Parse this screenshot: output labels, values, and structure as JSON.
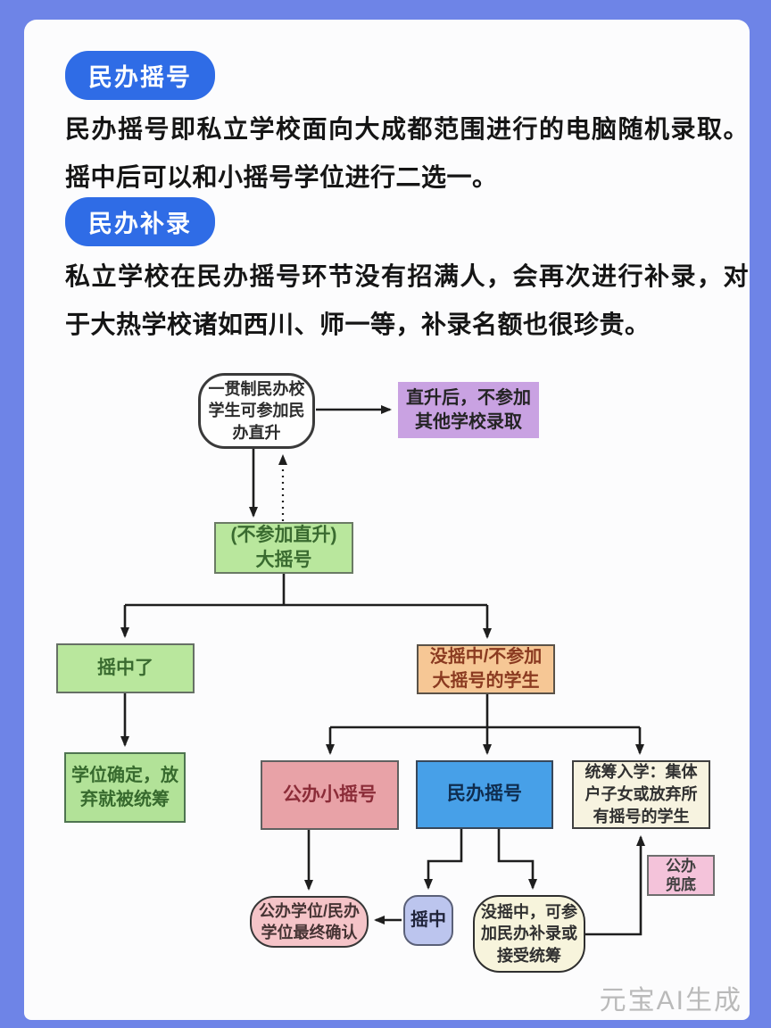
{
  "header": {
    "sections": [
      {
        "badge": "民办摇号",
        "paragraph": "民办摇号即私立学校面向大成都范围进行的电脑随机录取。摇中后可以和小摇号学位进行二选一。"
      },
      {
        "badge": "民办补录",
        "paragraph": "私立学校在民办摇号环节没有招满人，会再次进行补录，对于大热学校诸如西川、师一等，补录名额也很珍贵。"
      }
    ]
  },
  "flowchart": {
    "nodes": {
      "direct_promotion": "一贯制民办校\n学生可参加民\n办直升",
      "promotion_result": "直升后，不参加\n其他学校录取",
      "big_lottery": "(不参加直升)\n大摇号",
      "won_big": "摇中了",
      "seat_confirmed": "学位确定，放\n弃就被统筹",
      "missed_big": "没摇中/不参加\n大摇号的学生",
      "public_small_lottery": "公办小摇号",
      "private_lottery": "民办摇号",
      "overall_planning": "统筹入学：集体\n户子女或放弃所\n有摇号的学生",
      "final_confirmation": "公办学位/民办\n学位最终确认",
      "won_small": "摇中",
      "missed_private": "没摇中，可参\n加民办补录或\n接受统筹",
      "public_fallback": "公办\n兜底"
    }
  },
  "watermark": "元宝AI生成",
  "colors": {
    "page_background": "#6e84e7",
    "card_background": "#fcfcfd",
    "badge_blue": "#2f6ce6",
    "node_green": "#b9e79d",
    "node_purple": "#c9a2e2",
    "node_orange": "#f6c795",
    "node_pink_red": "#e8a2a7",
    "node_blue": "#47a0e8",
    "node_cream": "#f7f3e0",
    "node_pink_light": "#f5c4c8",
    "node_periwinkle": "#bcc5ee",
    "node_pink_fallback": "#f4c3da",
    "connector": "#1e1e1e"
  }
}
